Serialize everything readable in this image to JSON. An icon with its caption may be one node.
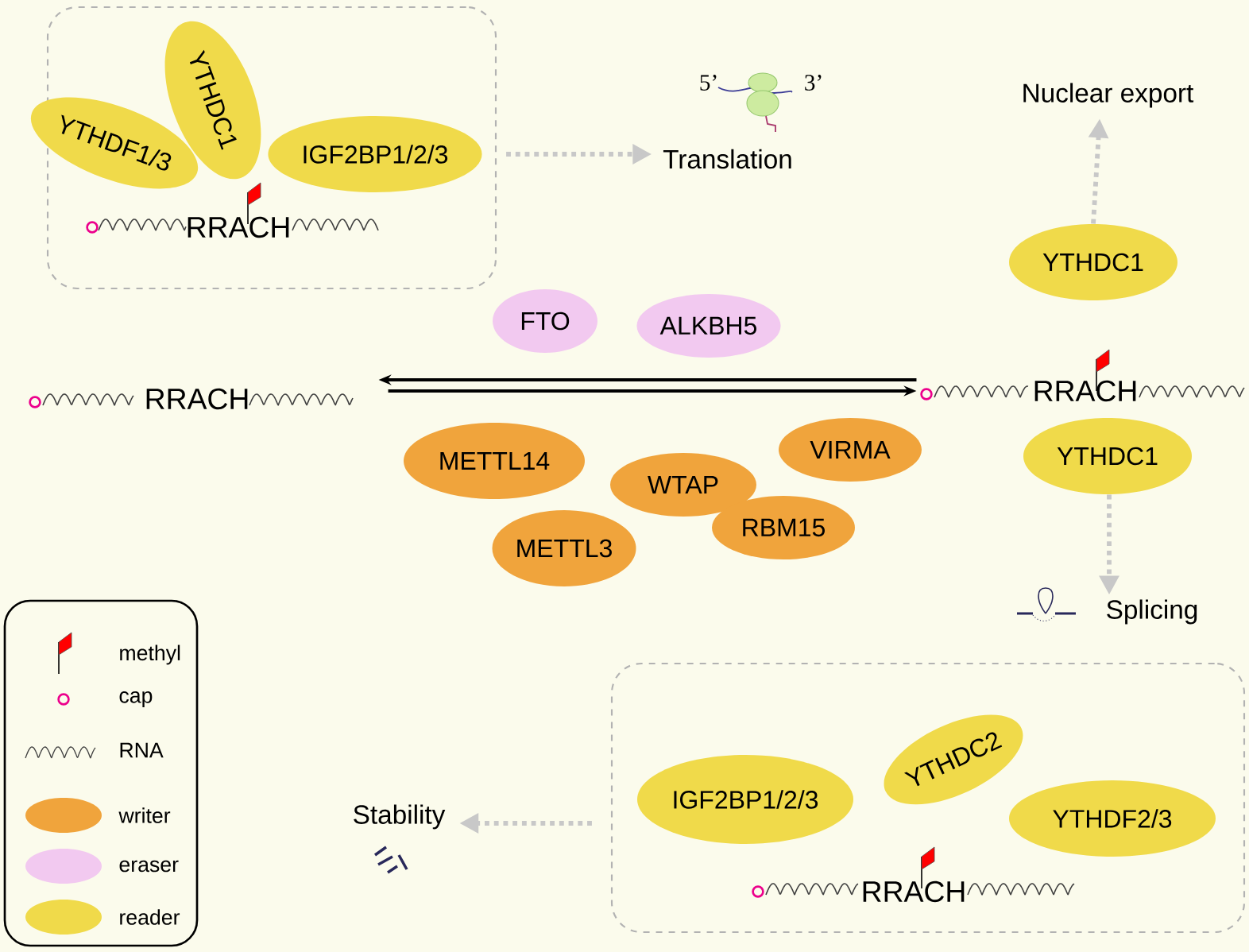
{
  "diagram": {
    "nodes": [
      {
        "text": [],
        "shape": "box"
      },
      {
        "text": [
          "YTHDF1/3"
        ],
        "in": 0
      },
      {
        "text": [
          "YTHDC1"
        ],
        "in": 0
      },
      {
        "text": [
          "IGF2BP1/2/3"
        ],
        "in": 0
      },
      {
        "text": [
          "Translation"
        ]
      },
      {
        "text": [
          "Nuclear export"
        ]
      },
      {
        "text": [
          "YTHDC1"
        ]
      },
      {
        "text": [
          "FTO"
        ]
      },
      {
        "text": [
          "ALKBH5"
        ]
      },
      {
        "text": [
          "RRACH"
        ]
      },
      {
        "text": [
          "RRACH"
        ]
      },
      {
        "text": [
          "METTL14"
        ]
      },
      {
        "text": [
          "WTAP"
        ]
      },
      {
        "text": [
          "VIRMA"
        ]
      },
      {
        "text": [
          "METTL3"
        ]
      },
      {
        "text": [
          "RBM15"
        ]
      },
      {
        "text": [
          "YTHDC1"
        ]
      },
      {
        "text": [
          "Splicing"
        ]
      },
      {
        "text": [
          "Stability"
        ]
      },
      {
        "text": [],
        "shape": "box"
      },
      {
        "text": [
          "IGF2BP1/2/3"
        ],
        "in": 19
      },
      {
        "text": [
          "YTHDC2"
        ],
        "in": 19
      },
      {
        "text": [
          "YTHDF2/3"
        ],
        "in": 19
      }
    ],
    "edges": [
      {
        "from": 0,
        "to": 4,
        "arrow": "to",
        "style": "dashed"
      },
      {
        "from": 6,
        "to": 5,
        "arrow": "to",
        "style": "dashed"
      },
      {
        "from": 16,
        "to": 17,
        "arrow": "to",
        "style": "dashed"
      },
      {
        "from": 19,
        "to": 18,
        "arrow": "to",
        "style": "dashed"
      },
      {
        "from": 10,
        "to": 9,
        "arrow": "to",
        "color": "#000000"
      },
      {
        "from": 9,
        "to": 10,
        "arrow": "to",
        "color": "#000000"
      }
    ],
    "labels": [
      "5’",
      "3’",
      "RRACH",
      "RRACH"
    ],
    "legend": [
      {
        "text": "methyl"
      },
      {
        "text": "cap"
      },
      {
        "text": "RNA"
      },
      {
        "text": "writer",
        "color": "#f0a43c"
      },
      {
        "text": "eraser",
        "color": "#f2c9f0"
      },
      {
        "text": "reader",
        "color": "#f0da4a"
      }
    ]
  }
}
